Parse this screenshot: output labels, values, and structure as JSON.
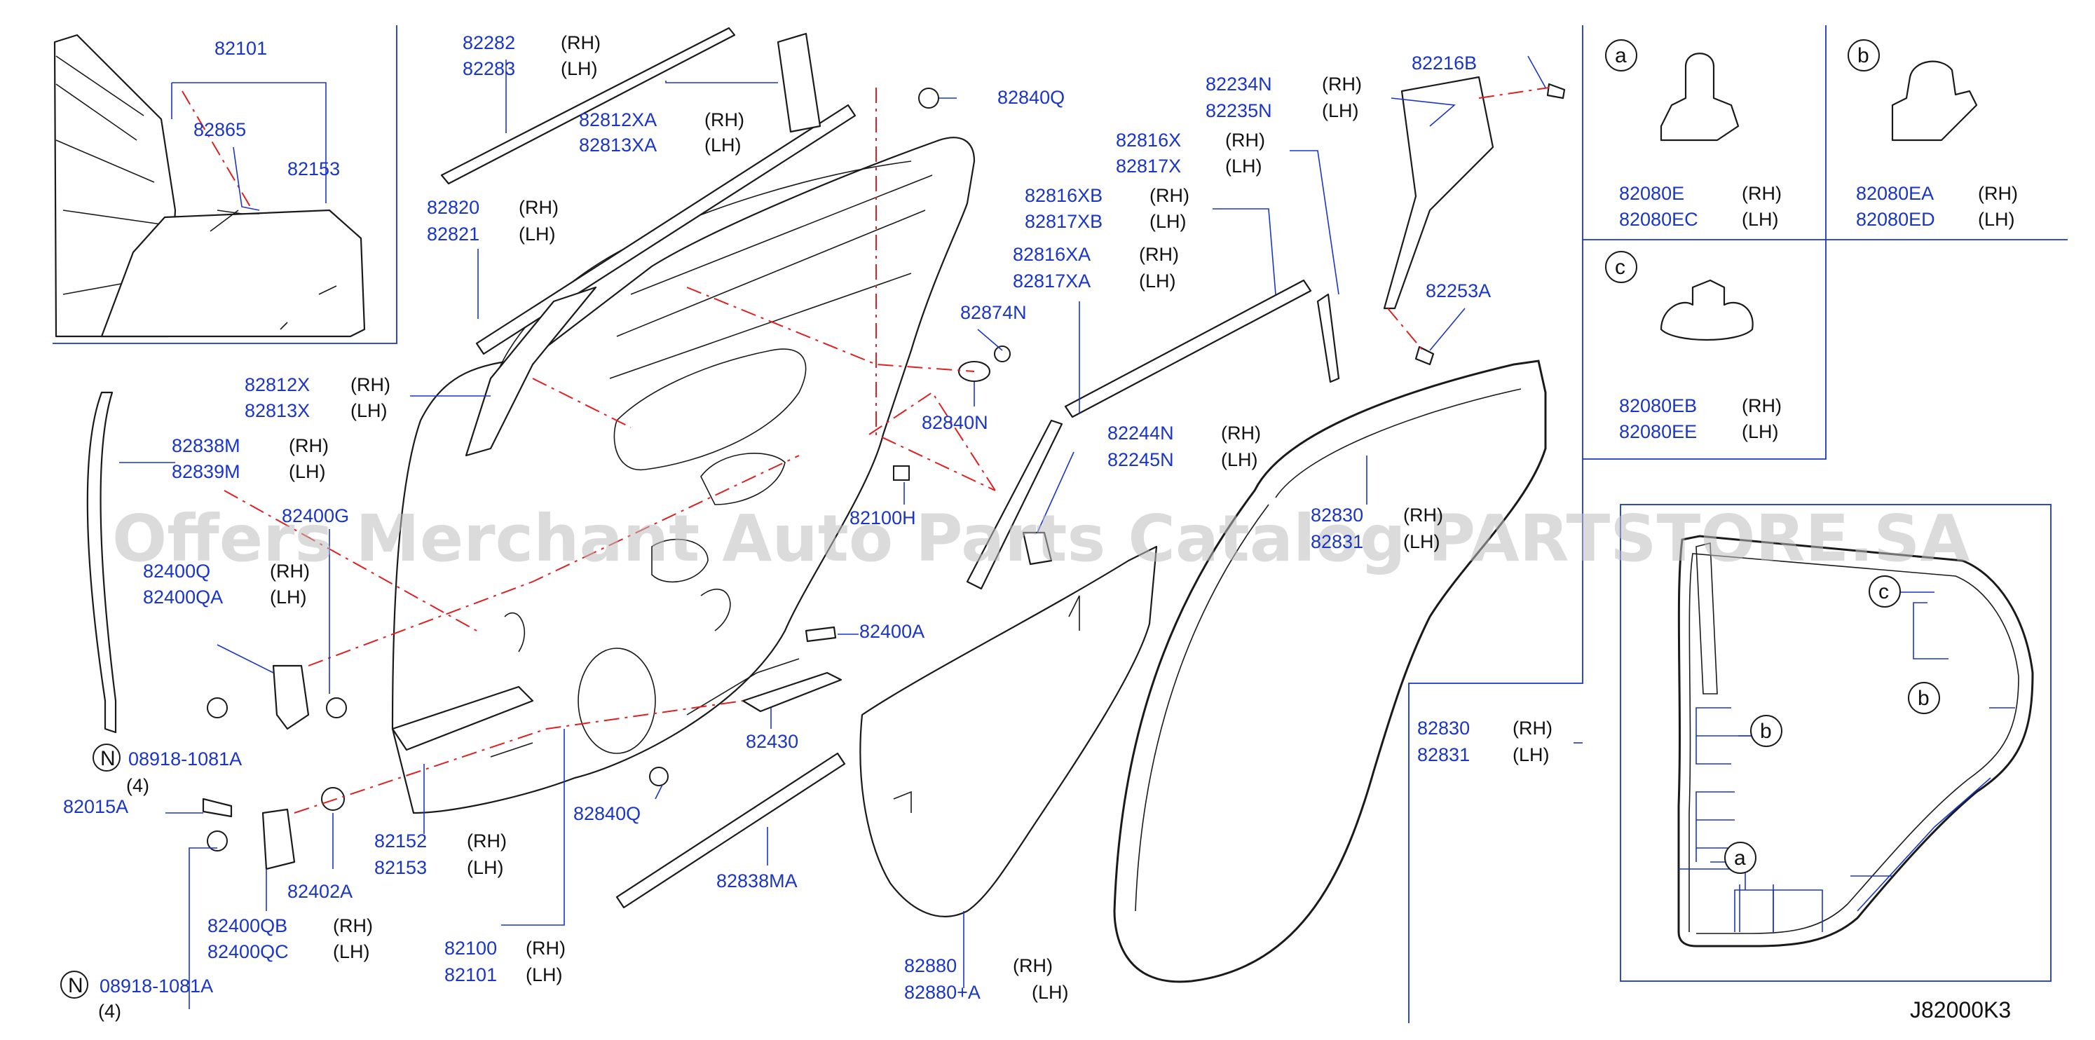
{
  "watermark": "Offers Merchant Auto Parts Catalog PARTSTORE.SA",
  "diagram_code": "J82000K3",
  "labels": {
    "p82101_top": "82101",
    "p82865": "82865",
    "p82153_top": "82153",
    "p82282": "82282",
    "p82282_side": "(RH)",
    "p82283": "82283",
    "p82283_side": "(LH)",
    "p82812XA": "82812XA",
    "p82812XA_side": "(RH)",
    "p82813XA": "82813XA",
    "p82813XA_side": "(LH)",
    "p82840Q_1": "82840Q",
    "p82820": "82820",
    "p82820_side": "(RH)",
    "p82821": "82821",
    "p82821_side": "(LH)",
    "p82812X": "82812X",
    "p82812X_side": "(RH)",
    "p82813X": "82813X",
    "p82813X_side": "(LH)",
    "p82838M": "82838M",
    "p82838M_side": "(RH)",
    "p82839M": "82839M",
    "p82839M_side": "(LH)",
    "p82400G": "82400G",
    "p82400Q": "82400Q",
    "p82400Q_side": "(RH)",
    "p82400QA": "82400QA",
    "p82400QA_side": "(LH)",
    "n_mark_1": "N",
    "p08918_1": "08918-1081A",
    "qty_1": "(4)",
    "p82015A": "82015A",
    "p82402A": "82402A",
    "p82400QB": "82400QB",
    "p82400QB_side": "(RH)",
    "p82400QC": "82400QC",
    "p82400QC_side": "(LH)",
    "n_mark_2": "N",
    "p08918_2": "08918-1081A",
    "qty_2": "(4)",
    "p82152": "82152",
    "p82152_side": "(RH)",
    "p82153": "82153",
    "p82153_side": "(LH)",
    "p82100": "82100",
    "p82100_side": "(RH)",
    "p82101": "82101",
    "p82101_side": "(LH)",
    "p82874N": "82874N",
    "p82840N": "82840N",
    "p82100H": "82100H",
    "p82400A": "82400A",
    "p82430": "82430",
    "p82840Q_2": "82840Q",
    "p82838MA": "82838MA",
    "p82234N": "82234N",
    "p82234N_side": "(RH)",
    "p82235N": "82235N",
    "p82235N_side": "(LH)",
    "p82216B": "82216B",
    "p82816X": "82816X",
    "p82816X_side": "(RH)",
    "p82817X": "82817X",
    "p82817X_side": "(LH)",
    "p82816XB": "82816XB",
    "p82816XB_side": "(RH)",
    "p82817XB": "82817XB",
    "p82817XB_side": "(LH)",
    "p82816XA": "82816XA",
    "p82816XA_side": "(RH)",
    "p82817XA": "82817XA",
    "p82817XA_side": "(LH)",
    "p82253A": "82253A",
    "p82244N": "82244N",
    "p82244N_side": "(RH)",
    "p82245N": "82245N",
    "p82245N_side": "(LH)",
    "p82830_c": "82830",
    "p82830_c_side": "(RH)",
    "p82831_c": "82831",
    "p82831_c_side": "(LH)",
    "p82880": "82880",
    "p82880_side": "(RH)",
    "p82880A": "82880+A",
    "p82880A_side": "(LH)",
    "p82830": "82830",
    "p82830_side": "(RH)",
    "p82831": "82831",
    "p82831_side": "(LH)",
    "clip_a": "a",
    "p82080E": "82080E",
    "p82080E_side": "(RH)",
    "p82080EC": "82080EC",
    "p82080EC_side": "(LH)",
    "clip_b": "b",
    "p82080EA": "82080EA",
    "p82080EA_side": "(RH)",
    "p82080ED": "82080ED",
    "p82080ED_side": "(LH)",
    "clip_c": "c",
    "p82080EB": "82080EB",
    "p82080EB_side": "(RH)",
    "p82080EE": "82080EE",
    "p82080EE_side": "(LH)",
    "detail_c": "c",
    "detail_b1": "b",
    "detail_b2": "b",
    "detail_a": "a"
  }
}
